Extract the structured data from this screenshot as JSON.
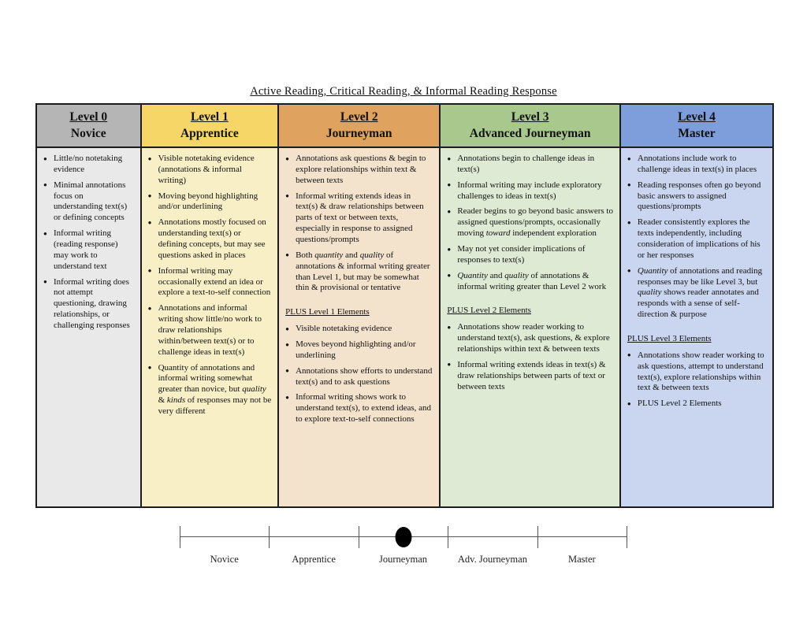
{
  "title": "Active Reading, Critical Reading, & Informal Reading Response",
  "columns": [
    {
      "level": "Level 0",
      "name": "Novice",
      "header_bg": "#b5b5b5",
      "body_bg": "#e9e9e9",
      "sections": [
        {
          "heading": null,
          "bullets": [
            "Little/no notetaking evidence",
            "Minimal annotations focus on understanding text(s) or defining concepts",
            "Informal writing (reading response) may work to understand text",
            "Informal writing does not attempt questioning, drawing relationships, or challenging responses"
          ]
        }
      ]
    },
    {
      "level": "Level 1",
      "name": "Apprentice",
      "header_bg": "#f5d667",
      "body_bg": "#f8efc6",
      "sections": [
        {
          "heading": null,
          "bullets": [
            "Visible notetaking evidence (annotations & informal writing)",
            "Moving beyond highlighting and/or underlining",
            "Annotations mostly focused on understanding text(s) or defining concepts, but may see questions asked in places",
            "Informal writing may occasionally extend an idea or explore a text-to-self connection",
            "Annotations and informal writing show little/no work to draw relationships within/between text(s) or to challenge ideas in text(s)",
            "Quantity of annotations and informal writing somewhat greater than novice, but *quality* & *kinds* of responses may not be very different"
          ]
        }
      ]
    },
    {
      "level": "Level 2",
      "name": "Journeyman",
      "header_bg": "#e0a35f",
      "body_bg": "#f3e2cc",
      "sections": [
        {
          "heading": null,
          "bullets": [
            "Annotations ask questions & begin to explore relationships within text & between texts",
            "Informal writing extends ideas in text(s) & draw relationships between parts of text or between texts, especially in response to assigned questions/prompts",
            "Both *quantity* and *quality* of annotations & informal writing greater than Level 1, but may be somewhat thin & provisional or tentative"
          ]
        },
        {
          "heading": "PLUS Level 1 Elements",
          "bullets": [
            "Visible notetaking evidence",
            "Moves beyond highlighting and/or underlining",
            "Annotations show efforts to understand text(s) and to ask questions",
            "Informal writing shows work to understand text(s), to extend ideas, and to explore text-to-self connections"
          ]
        }
      ]
    },
    {
      "level": "Level 3",
      "name": "Advanced Journeyman",
      "header_bg": "#a8c88e",
      "body_bg": "#dfead5",
      "sections": [
        {
          "heading": null,
          "bullets": [
            "Annotations begin to challenge ideas in text(s)",
            "Informal writing may include exploratory challenges to ideas in text(s)",
            "Reader begins to go beyond basic answers to assigned questions/prompts, occasionally moving *toward* independent exploration",
            "May not yet consider implications of responses to text(s)",
            "*Quantity* and *quality* of annotations & informal writing greater than Level 2 work"
          ]
        },
        {
          "heading": "PLUS Level 2 Elements",
          "bullets": [
            "Annotations show reader working to understand text(s), ask questions, & explore relationships within text & between texts",
            "Informal writing extends ideas in text(s) & draw relationships between parts of text or between texts"
          ]
        }
      ]
    },
    {
      "level": "Level 4",
      "name": "Master",
      "header_bg": "#7e9ddb",
      "body_bg": "#cad6f0",
      "sections": [
        {
          "heading": null,
          "bullets": [
            "Annotations include work to challenge ideas in text(s) in places",
            "Reading responses often go beyond basic answers to assigned questions/prompts",
            "Reader consistently explores the texts independently, including consideration of implications of his or her responses",
            "*Quantity* of annotations and reading responses may be like Level 3, but *quality* shows reader annotates and responds with a sense of self-direction & purpose"
          ]
        },
        {
          "heading": "PLUS Level 3 Elements",
          "bullets": [
            "Annotations show reader working to ask questions, attempt to understand text(s), explore relationships within text & between texts",
            "PLUS Level 2 Elements"
          ]
        }
      ]
    }
  ],
  "scale": {
    "labels": [
      "Novice",
      "Apprentice",
      "Journeyman",
      "Adv. Journeyman",
      "Master"
    ],
    "marker_label": "Journeyman",
    "marker_index": 2
  }
}
